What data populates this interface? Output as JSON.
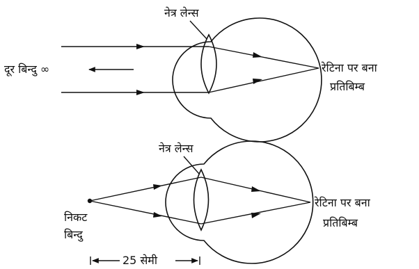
{
  "top": {
    "lens_label": "नेत्र लेन्स",
    "far_point_label": "दूर बिन्दु ∞",
    "retina_line1": "रेटिना पर बना",
    "retina_line2": "प्रतिबिम्ब"
  },
  "bottom": {
    "lens_label": "नेत्र लेन्स",
    "near_line1": "निकट",
    "near_line2": "बिन्दु",
    "retina_line1": "रेटिना पर बना",
    "retina_line2": "प्रतिबिम्ब",
    "distance_label": "25 सेमी"
  }
}
